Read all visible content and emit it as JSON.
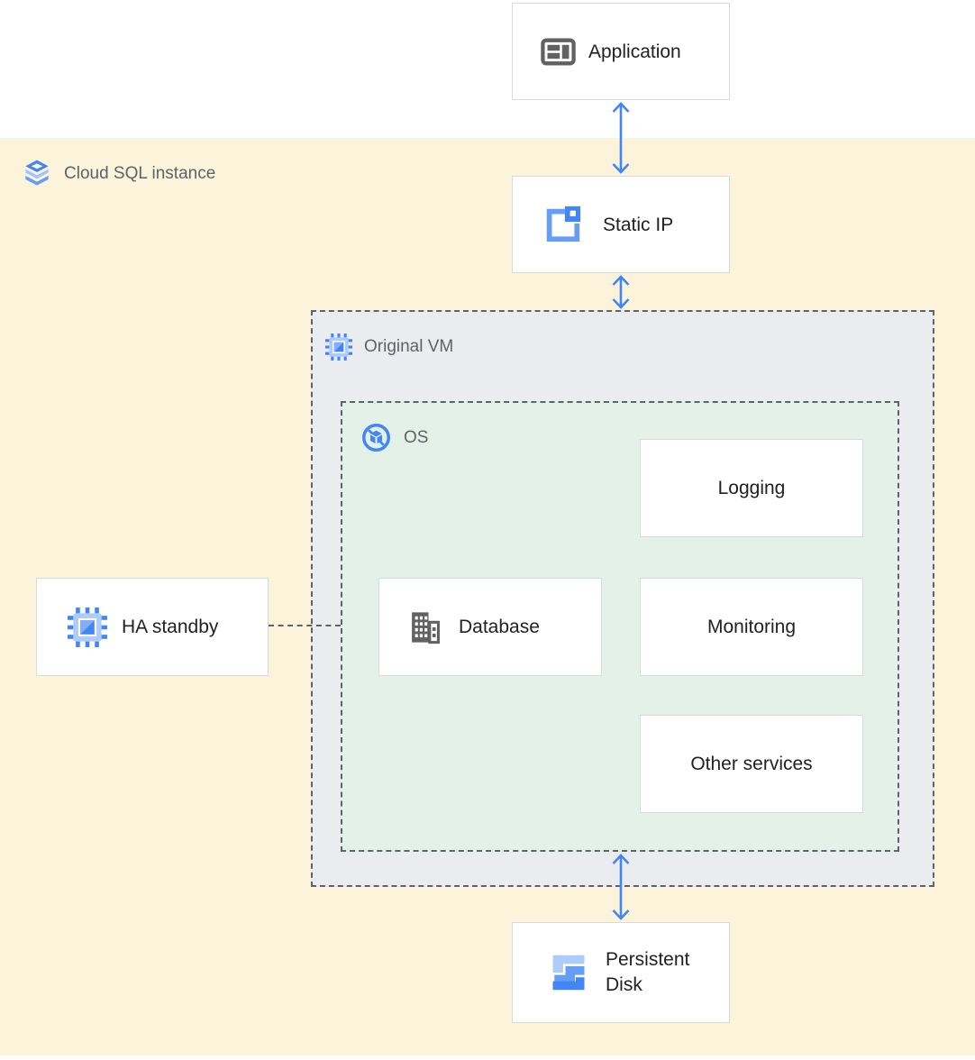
{
  "diagram": {
    "type": "architecture-diagram",
    "zones": {
      "cloud_sql": {
        "label": "Cloud SQL instance",
        "icon": "cloud-sql-icon",
        "bg": "#fbf3da"
      },
      "original_vm": {
        "label": "Original VM",
        "icon": "compute-engine-icon",
        "bg": "#eaecef"
      },
      "os": {
        "label": "OS",
        "icon": "os-image-icon",
        "bg": "#e3f1e8"
      }
    },
    "nodes": {
      "application": {
        "label": "Application",
        "icon": "application-window-icon"
      },
      "static_ip": {
        "label": "Static IP",
        "icon": "external-ip-icon"
      },
      "logging": {
        "label": "Logging"
      },
      "database": {
        "label": "Database",
        "icon": "database-building-icon"
      },
      "monitoring": {
        "label": "Monitoring"
      },
      "other_services": {
        "label": "Other services"
      },
      "ha_standby": {
        "label": "HA standby",
        "icon": "compute-engine-icon"
      },
      "persistent_disk": {
        "label": "Persistent Disk",
        "icon": "persistent-disk-icon"
      }
    },
    "connections": [
      {
        "from": "application",
        "to": "static_ip",
        "style": "double-headed-arrow"
      },
      {
        "from": "static_ip",
        "to": "original_vm",
        "style": "double-headed-arrow"
      },
      {
        "from": "os",
        "to": "persistent_disk",
        "style": "double-headed-arrow"
      },
      {
        "from": "ha_standby",
        "to": "original_vm",
        "style": "dashed-line"
      }
    ],
    "colors": {
      "canvas": "#ffffff",
      "cloud_sql_zone_bg": "#fbf3da",
      "vm_zone_bg": "#eaecef",
      "os_zone_bg": "#e3f1e8",
      "arrow_blue": "#4285f4",
      "blue_mid": "#669df6",
      "blue_light": "#aecbfa",
      "dashed_border": "#5f6368",
      "node_border": "#d8dadd",
      "zone_label_text": "#5f6368",
      "node_label_text": "#202124",
      "gray_icon": "#616161"
    }
  }
}
